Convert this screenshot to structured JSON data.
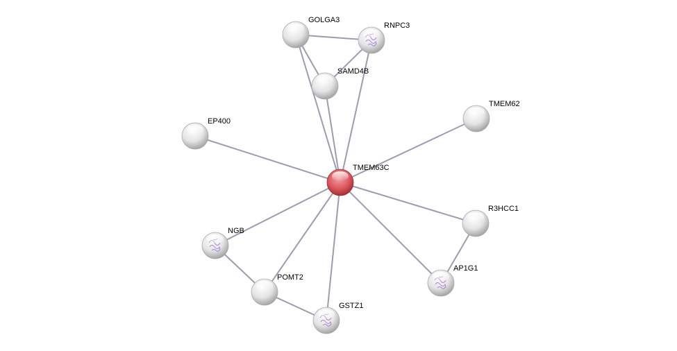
{
  "network": {
    "colors": {
      "query_node": "#d9555a",
      "node": "#e6e6e6",
      "edge": "#9a9cb0",
      "structure": "#a070d0"
    },
    "nodes": [
      {
        "id": "TMEM63C",
        "query": true,
        "structure_icon": false
      },
      {
        "id": "GOLGA3",
        "query": false,
        "structure_icon": false
      },
      {
        "id": "RNPC3",
        "query": false,
        "structure_icon": true
      },
      {
        "id": "SAMD4B",
        "query": false,
        "structure_icon": false
      },
      {
        "id": "TMEM62",
        "query": false,
        "structure_icon": false
      },
      {
        "id": "EP400",
        "query": false,
        "structure_icon": false
      },
      {
        "id": "R3HCC1",
        "query": false,
        "structure_icon": false
      },
      {
        "id": "NGB",
        "query": false,
        "structure_icon": true
      },
      {
        "id": "POMT2",
        "query": false,
        "structure_icon": false
      },
      {
        "id": "GSTZ1",
        "query": false,
        "structure_icon": true
      },
      {
        "id": "AP1G1",
        "query": false,
        "structure_icon": true
      }
    ],
    "edges": [
      [
        "GOLGA3",
        "RNPC3"
      ],
      [
        "GOLGA3",
        "SAMD4B"
      ],
      [
        "SAMD4B",
        "RNPC3"
      ],
      [
        "GOLGA3",
        "TMEM63C"
      ],
      [
        "SAMD4B",
        "TMEM63C"
      ],
      [
        "RNPC3",
        "TMEM63C"
      ],
      [
        "TMEM62",
        "TMEM63C"
      ],
      [
        "EP400",
        "TMEM63C"
      ],
      [
        "R3HCC1",
        "TMEM63C"
      ],
      [
        "AP1G1",
        "TMEM63C"
      ],
      [
        "R3HCC1",
        "AP1G1"
      ],
      [
        "NGB",
        "TMEM63C"
      ],
      [
        "POMT2",
        "TMEM63C"
      ],
      [
        "GSTZ1",
        "TMEM63C"
      ],
      [
        "NGB",
        "POMT2"
      ],
      [
        "POMT2",
        "GSTZ1"
      ]
    ]
  }
}
